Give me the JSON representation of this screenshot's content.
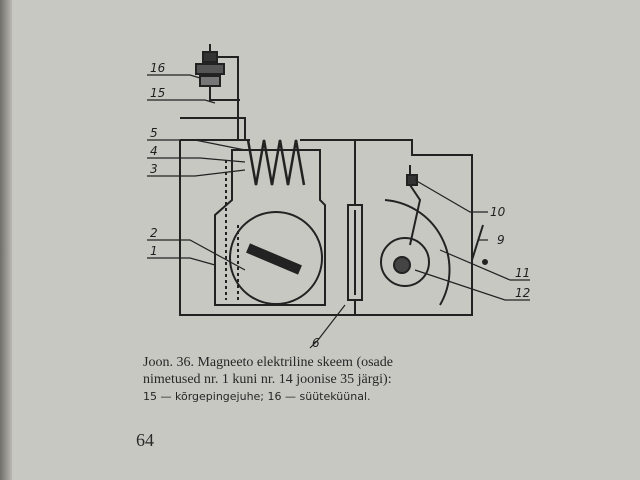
{
  "figure": {
    "labels": {
      "l16": "16",
      "l15": "15",
      "l5": "5",
      "l4": "4",
      "l3": "3",
      "l2": "2",
      "l1": "1",
      "l6": "6",
      "l10": "10",
      "l9": "9",
      "l11": "11",
      "l12": "12"
    }
  },
  "caption": {
    "line1": "Joon. 36. Magneeto elektriline skeem (osade",
    "line2": "nimetused nr. 1 kuni nr. 14 joonise 35 järgi):",
    "line3": "15 — kõrgepingejuhe; 16 — süüteküünal."
  },
  "page_number": "64"
}
